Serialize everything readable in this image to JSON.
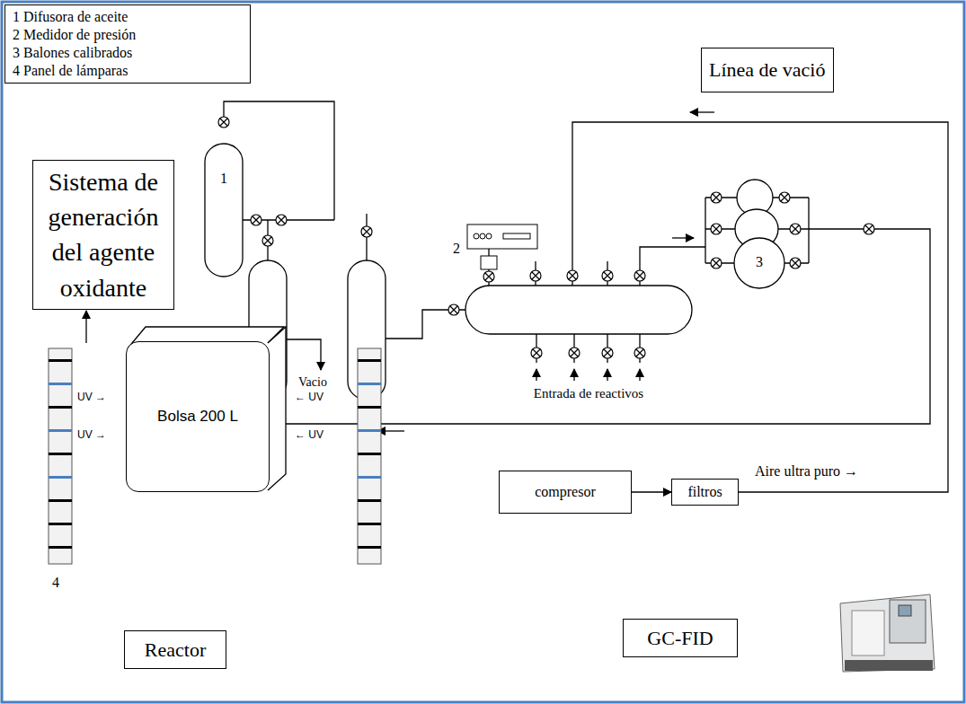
{
  "diagram": {
    "nodes": [
      {
        "text": [
          "1 Difusora de aceite",
          "2 Medidor de presión",
          "3 Balones calibrados",
          "4 Panel de lámparas"
        ]
      },
      {
        "text": [
          "Línea de vació"
        ]
      },
      {
        "text": [
          "Sistema de generación del agente oxidante"
        ]
      },
      {
        "text": [
          "Bolsa 200 L"
        ]
      },
      {
        "text": [
          "Reactor"
        ]
      },
      {
        "text": [
          "compresor"
        ]
      },
      {
        "text": [
          "filtros"
        ]
      },
      {
        "text": [
          "GC-FID"
        ]
      }
    ],
    "edges": [
      {
        "from": 5,
        "to": 6,
        "arrow": "to"
      }
    ],
    "labels": [
      "1",
      "2",
      "3",
      "4",
      "Vacio",
      "Entrada de reactivos",
      "Aire ultra puro →",
      "UV →",
      "UV →",
      "← UV",
      "← UV"
    ]
  }
}
